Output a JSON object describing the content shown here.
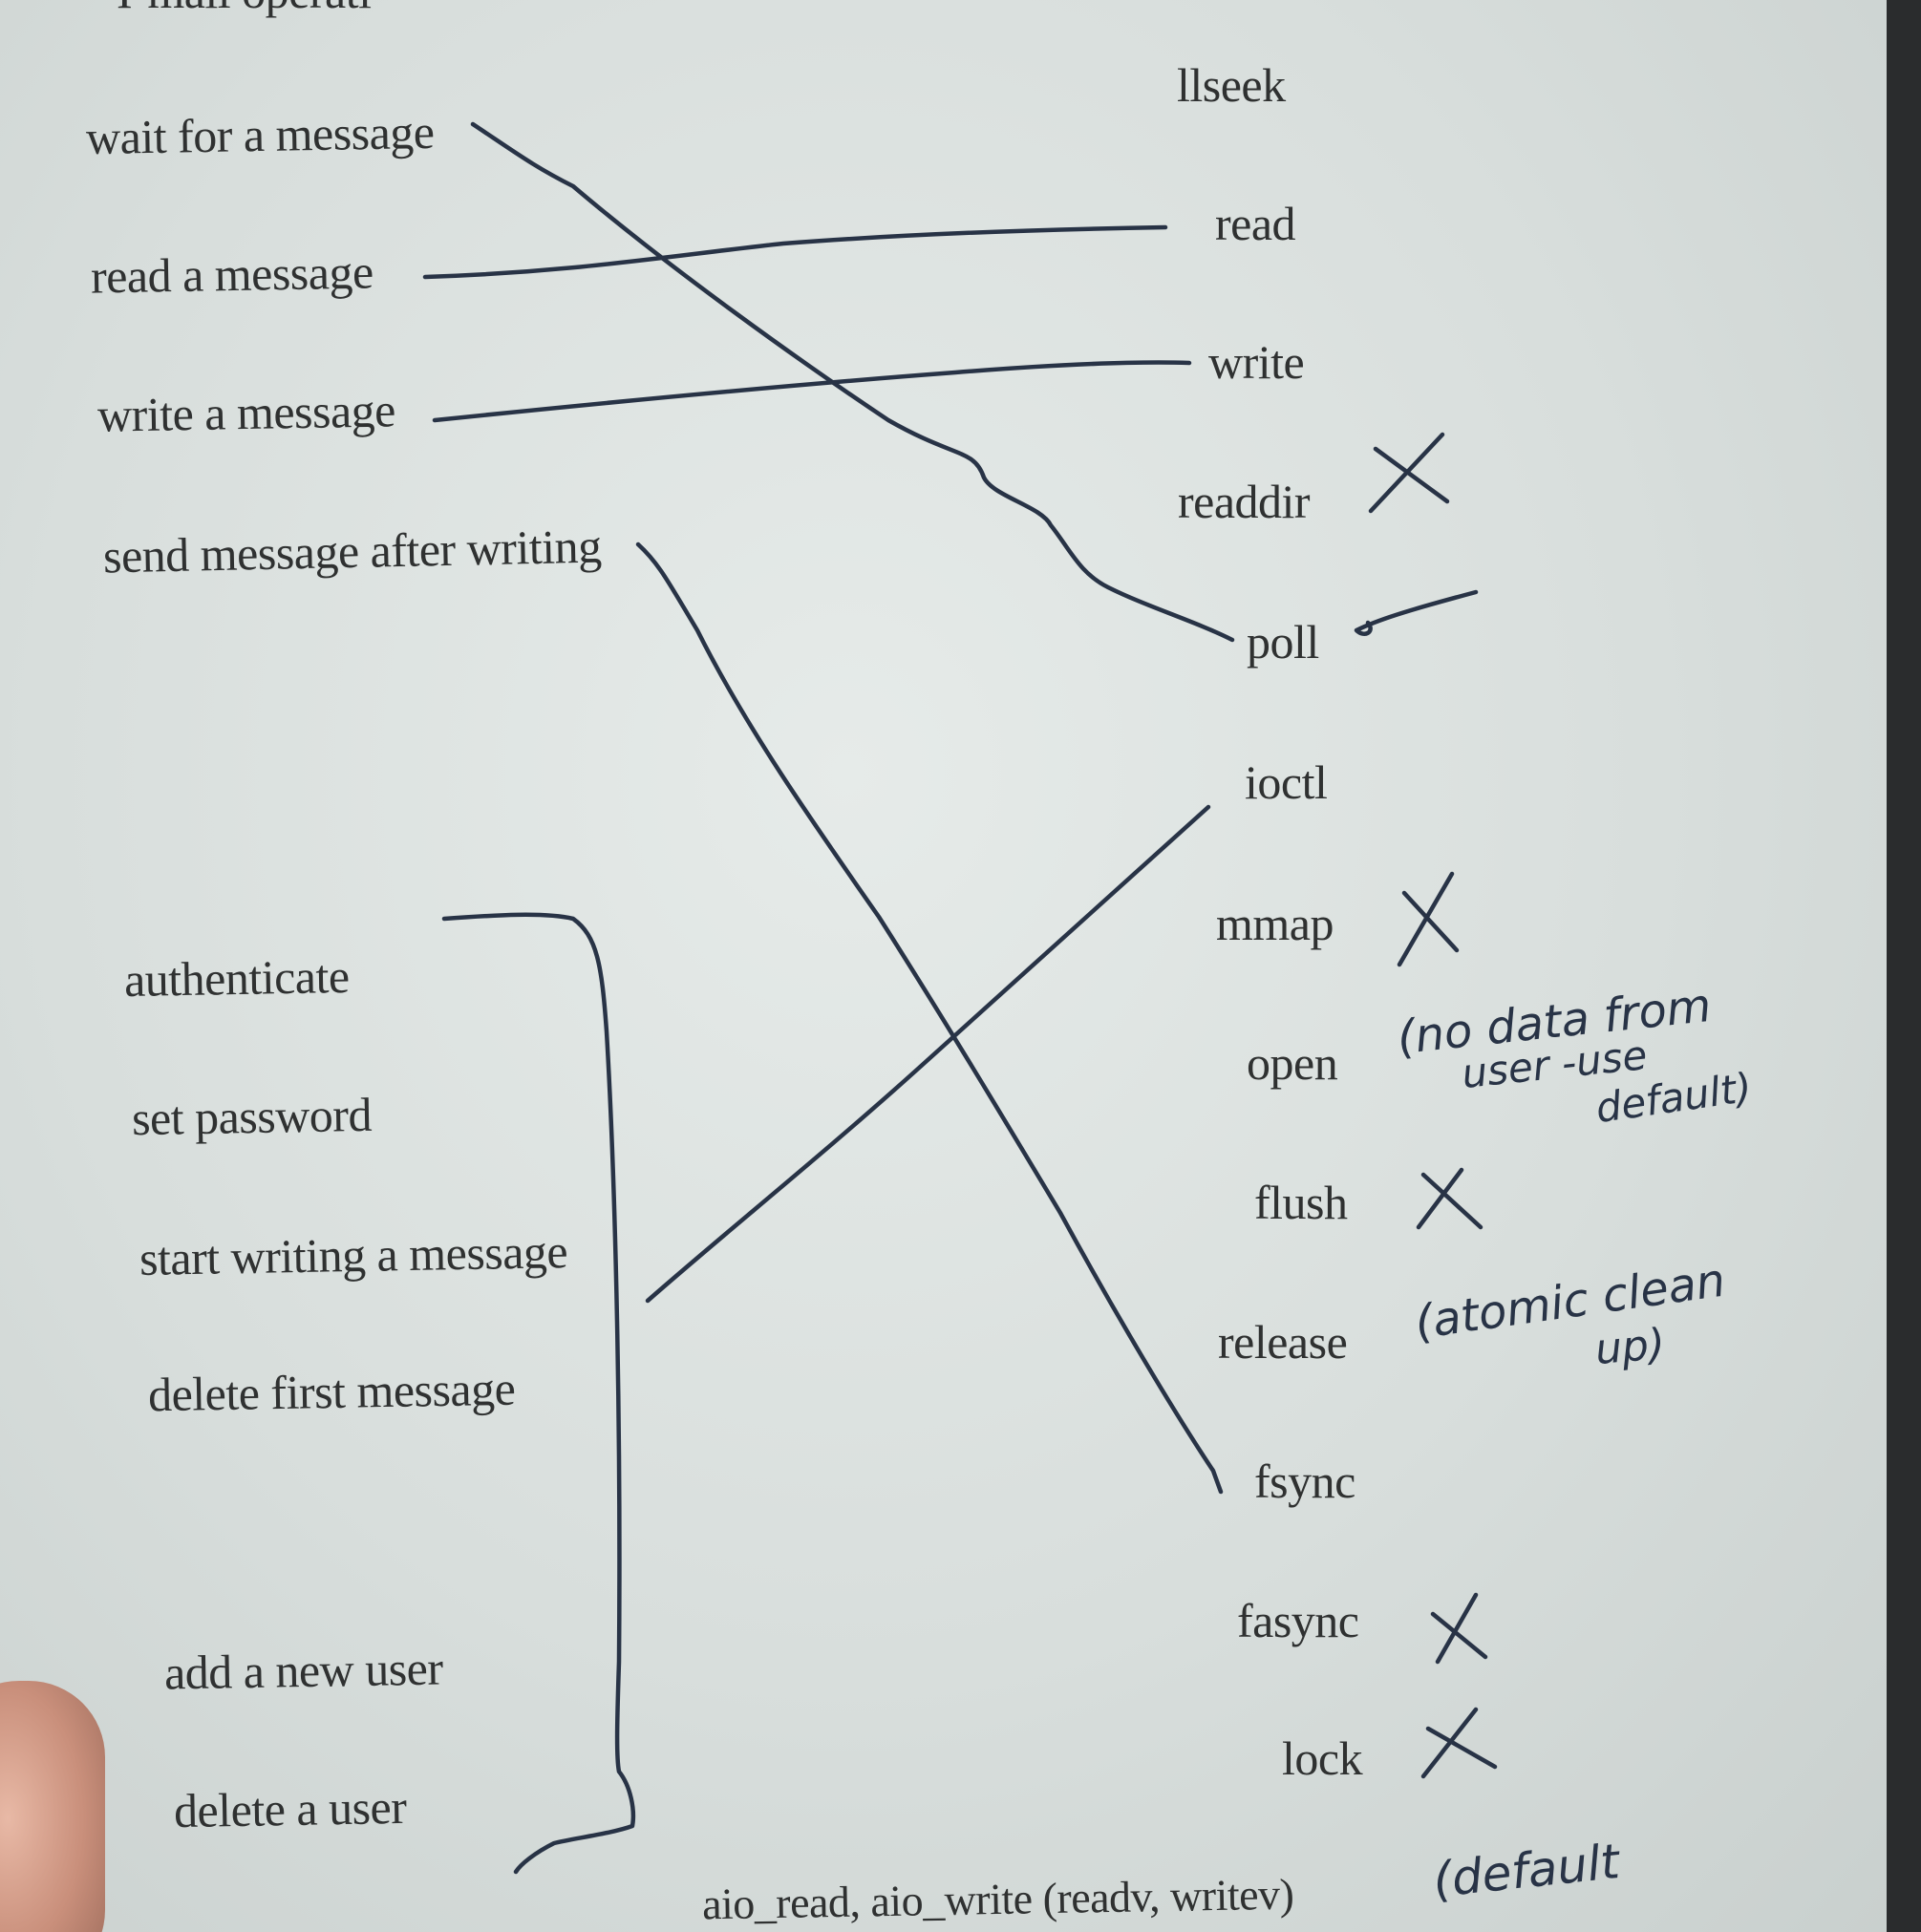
{
  "header": {
    "partial_text": "I-mail operati"
  },
  "left_items": [
    "wait for a message",
    "read a message",
    "write a message",
    "send message after writing",
    "authenticate",
    "set password",
    "start writing a message",
    "delete first message",
    "add a new user",
    "delete a user"
  ],
  "right_items": [
    "llseek",
    "read",
    "write",
    "readdir",
    "poll",
    "ioctl",
    "mmap",
    "open",
    "flush",
    "release",
    "fsync",
    "fasync",
    "lock"
  ],
  "footer": {
    "text": "aio_read, aio_write (readv, writev)"
  },
  "annotations": {
    "x_mark": "X",
    "open_note_line1": "(no data from",
    "open_note_line2": "user -use",
    "open_note_line3": "default)",
    "release_note_line1": "(atomic clean",
    "release_note_line2": "up)",
    "footer_note": "(default"
  },
  "colors": {
    "ink": "#283346",
    "paper": "#dfe4e2",
    "print": "#2f3131"
  }
}
